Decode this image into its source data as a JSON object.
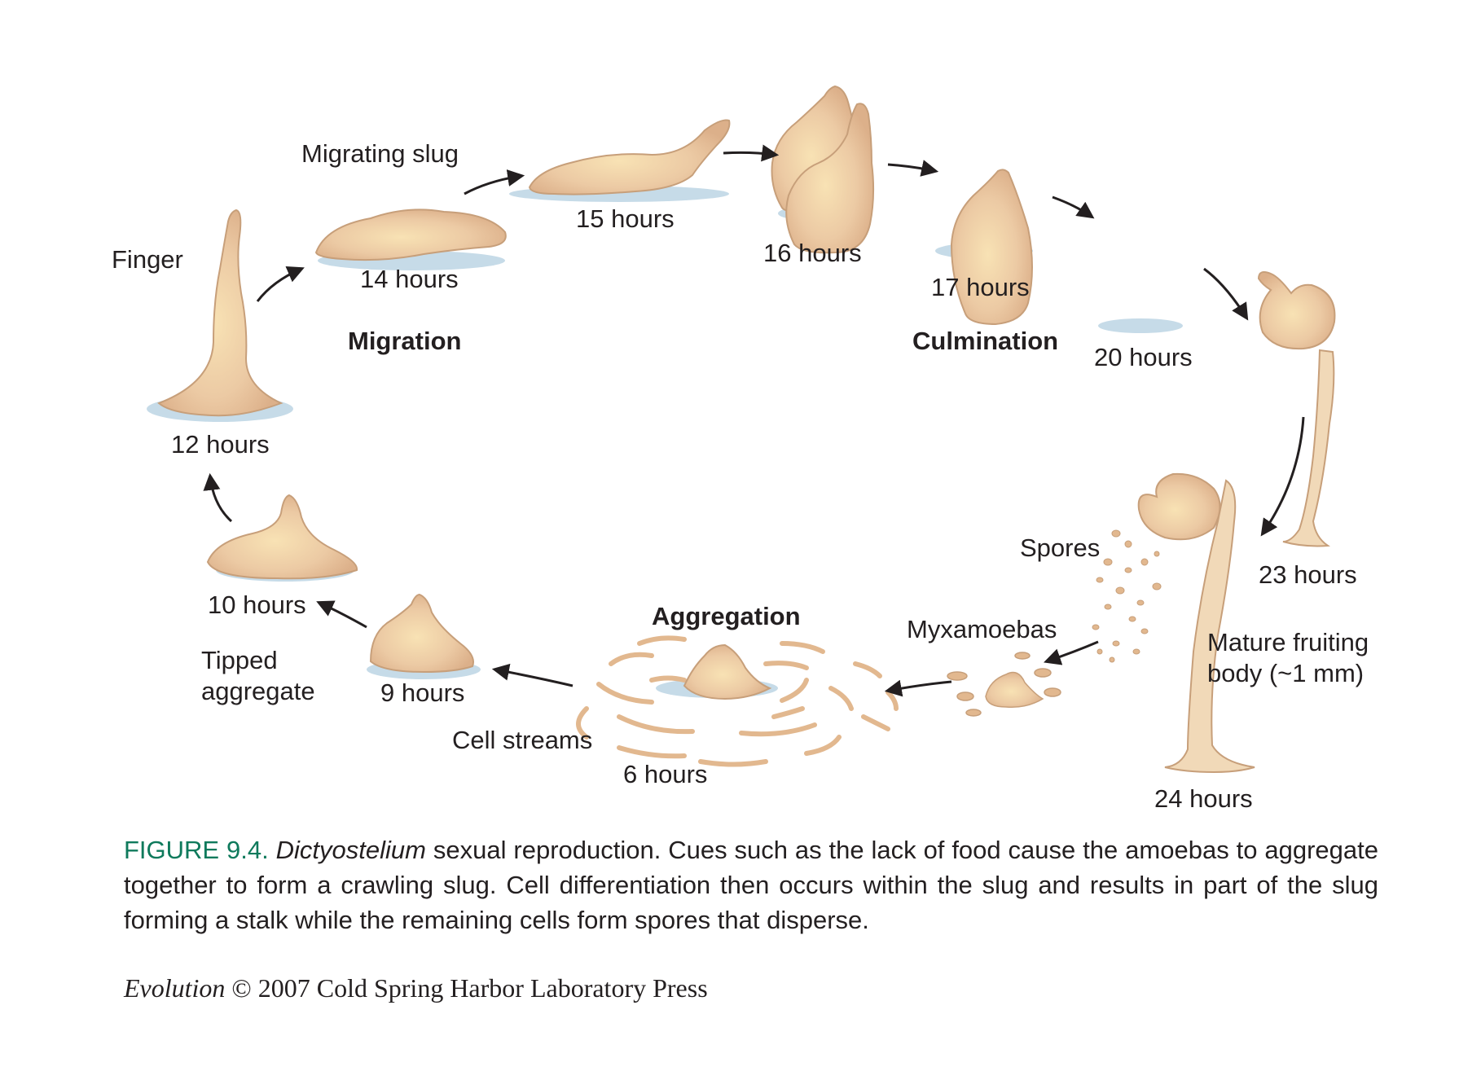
{
  "stages": {
    "finger": "Finger",
    "h12": "12 hours",
    "h14": "14 hours",
    "migrating_slug": "Migrating slug",
    "h15": "15 hours",
    "h16": "16 hours",
    "h17": "17 hours",
    "h20": "20 hours",
    "h23": "23 hours",
    "h24": "24 hours",
    "h10": "10 hours",
    "h9": "9 hours",
    "h6": "6 hours",
    "tipped_aggregate": "Tipped aggregate",
    "cell_streams": "Cell streams",
    "spores": "Spores",
    "myxamoebas": "Myxamoebas",
    "mature_fruiting_body": "Mature fruiting body (~1 mm)"
  },
  "phases": {
    "migration": "Migration",
    "culmination": "Culmination",
    "aggregation": "Aggregation"
  },
  "caption": {
    "figure_label": "FIGURE 9.4.",
    "italic_term": "Dictyostelium",
    "text": " sexual reproduction. Cues such as the lack of food cause the amoebas to aggregate together to form a crawling slug. Cell differentiation then occurs within the slug and results in part of the slug forming a stalk while the remaining cells form spores that disperse."
  },
  "credit": {
    "italic": "Evolution",
    "text": " © 2007 Cold Spring Harbor Laboratory Press"
  },
  "colors": {
    "body_fill": "#ecc9a3",
    "body_highlight": "#f7e0b5",
    "body_outline": "#c79f7a",
    "shadow": "#c6dbe8",
    "arrow": "#231f20",
    "caption_label": "#0f7a5c"
  }
}
